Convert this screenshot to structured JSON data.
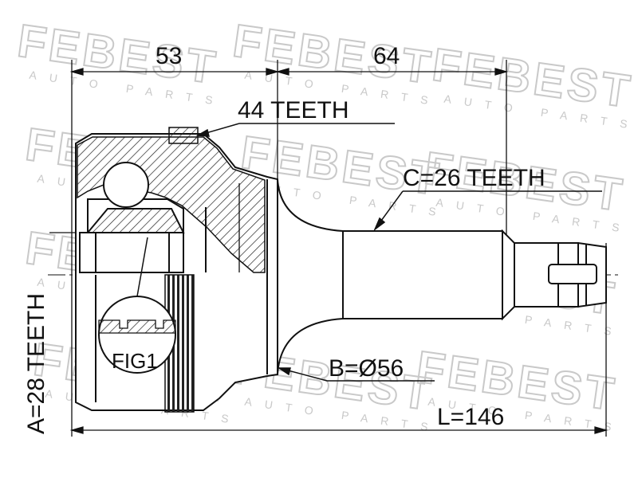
{
  "watermark": {
    "brand": "FEBEST",
    "subtitle": "AUTO PARTS",
    "color": "#c9c9c9"
  },
  "dimensions": {
    "d53": "53",
    "d64": "64",
    "length": "L=146"
  },
  "callouts": {
    "teeth_44": "44 TEETH",
    "teeth_c": "C=26 TEETH",
    "teeth_a": "A=28 TEETH",
    "diameter_b": "B=Ø56",
    "fig": "FIG1"
  },
  "colors": {
    "line": "#111111",
    "hatch": "#222222"
  }
}
